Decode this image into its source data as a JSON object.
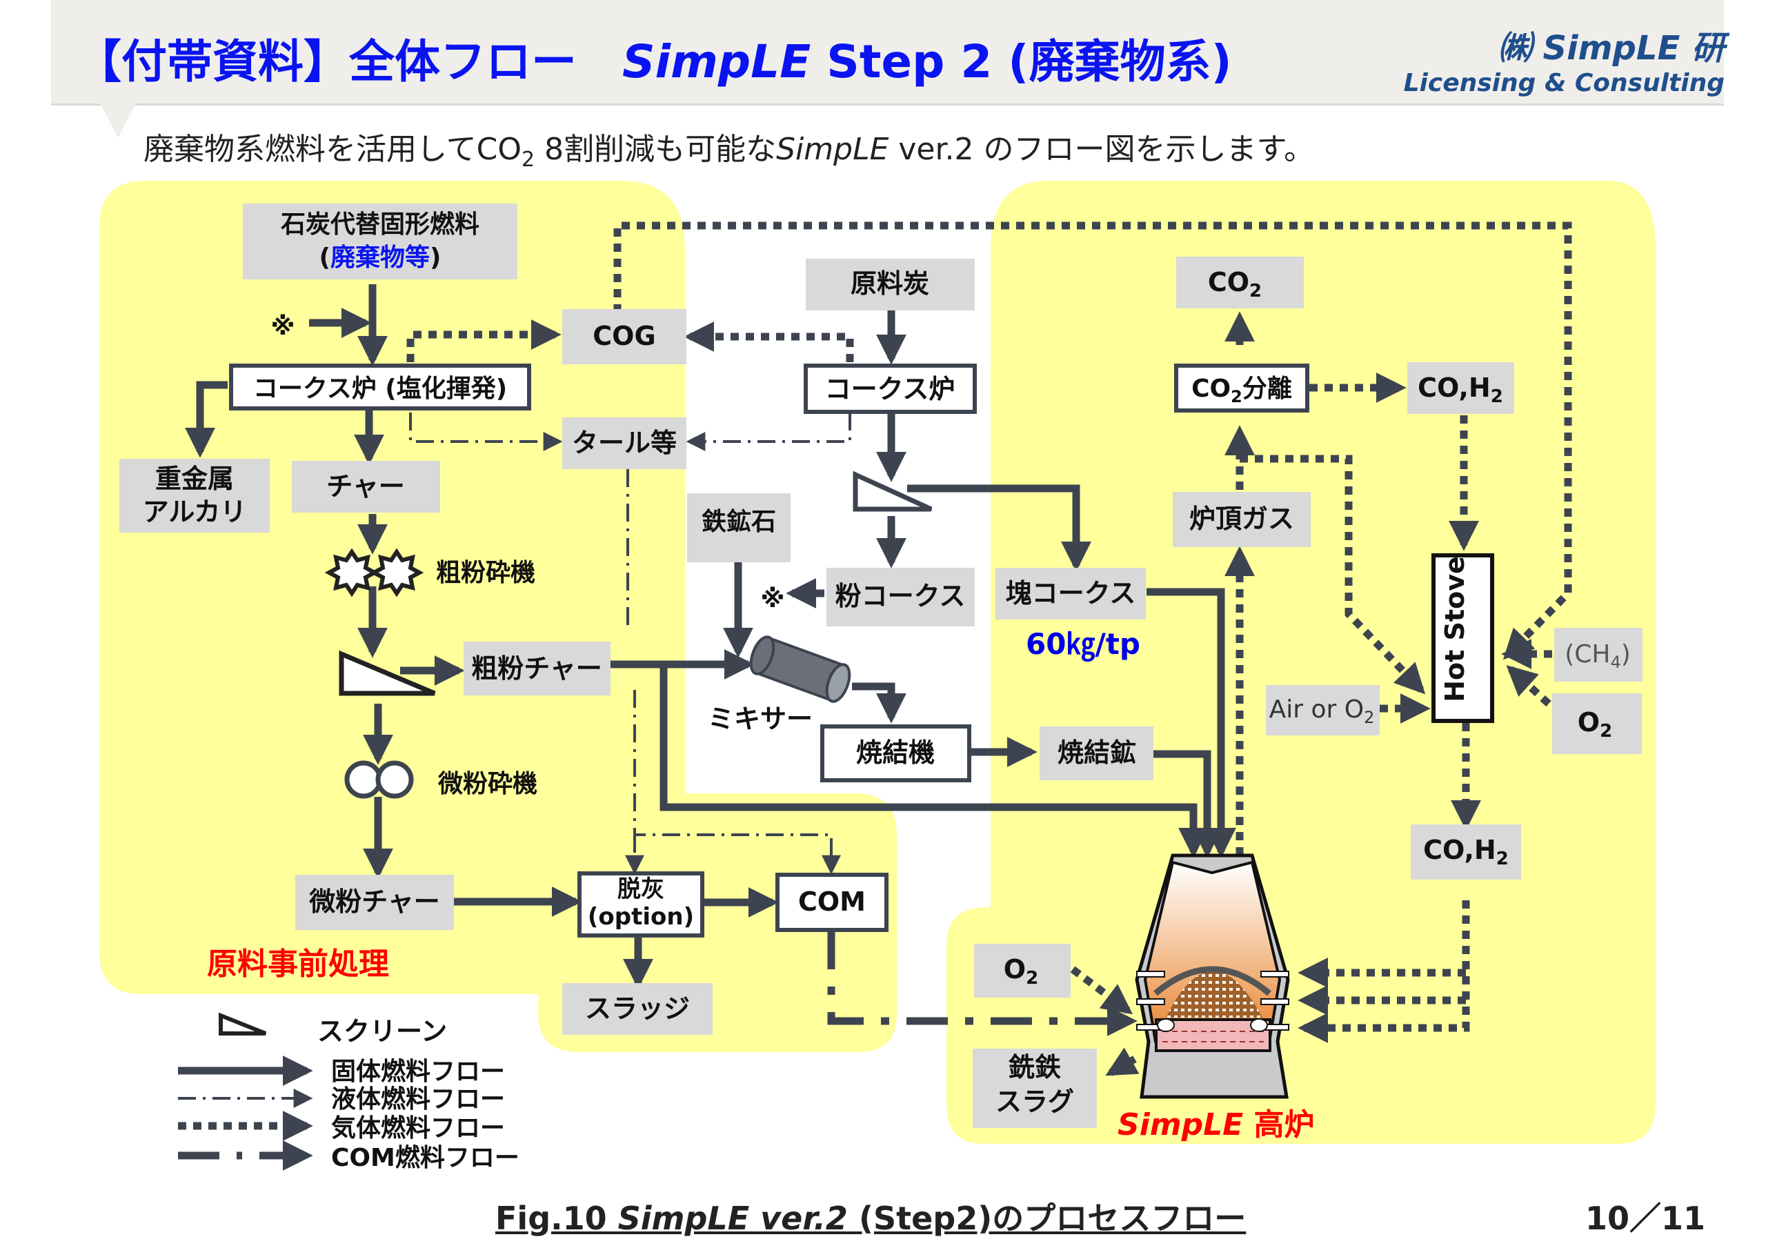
{
  "header": {
    "title_prefix": "【付帯資料】全体フロー　",
    "title_italic": "SimpLE",
    "title_suffix": " Step 2 (廃棄物系)",
    "brand_line1": "㈱ SimpLE 研",
    "brand_line2": "Licensing & Consulting"
  },
  "subtitle": {
    "part1": "廃棄物系燃料を活用してCO",
    "sub": "2",
    "part2": " 8割削減も可能な",
    "italic": "SimpLE",
    "part3": " ver.2 のフロー図を示します。"
  },
  "diagram": {
    "nodes": {
      "solid_fuel_line1": "石炭代替固形燃料",
      "solid_fuel_line2_open": "(",
      "solid_fuel_line2_blue": "廃棄物等",
      "solid_fuel_line2_close": ")",
      "note_mark": "※",
      "coke_oven_cl": "コークス炉 (塩化揮発)",
      "cog": "COG",
      "tar": "タール等",
      "heavy_metal_line1": "重金属",
      "heavy_metal_line2": "アルカリ",
      "char": "チャー",
      "coarse_crusher": "粗粉砕機",
      "coarse_char": "粗粉チャー",
      "fine_crusher": "微粉砕機",
      "fine_char": "微粉チャー",
      "deash_line1": "脱灰",
      "deash_line2": "(option)",
      "com": "COM",
      "sludge": "スラッジ",
      "region_pretreatment": "原料事前処理",
      "coking_coal": "原料炭",
      "coke_oven": "コークス炉",
      "iron_ore": "鉄鉱石",
      "fine_coke": "粉コークス",
      "lump_coke": "塊コークス",
      "lump_coke_rate": "60㎏/tp",
      "mixer": "ミキサー",
      "sinter_machine": "焼結機",
      "sinter_ore": "焼結鉱",
      "co2": "CO",
      "co2_sub": "2",
      "co2_sep": "分離",
      "co_h2_top": "CO,H",
      "h2_sub": "2",
      "top_gas": "炉頂ガス",
      "hot_stove": "Hot Stove",
      "air_or_o2": "Air or O",
      "ch4_open": "(CH",
      "ch4_sub": "4",
      "ch4_close": ")",
      "o2": "O",
      "o2_sub": "2",
      "co_h2_bottom": "CO,H",
      "o2_furnace": "O",
      "pig_iron_line1": "銑鉄",
      "pig_iron_line2": "スラグ",
      "furnace_label_italic": "SimpLE",
      "furnace_label": " 高炉"
    },
    "legend": {
      "screen": "スクリーン",
      "solid": "固体燃料フロー",
      "liquid": "液体燃料フロー",
      "gas": "気体燃料フロー",
      "com": "COM燃料フロー"
    }
  },
  "colors": {
    "title_blue": "#0a14f0",
    "brand_blue": "#1f4e8c",
    "region_yellow": "#ffff9c",
    "box_gray": "#d9d9d9",
    "arrow_dark": "#3d4450",
    "label_red": "#ff0000",
    "rate_blue": "#0000e6"
  },
  "footer": {
    "caption_prefix": "Fig.10 ",
    "caption_italic": "SimpLE ver.2",
    "caption_suffix": " (Step2)のプロセスフロー",
    "page": "10／11"
  }
}
